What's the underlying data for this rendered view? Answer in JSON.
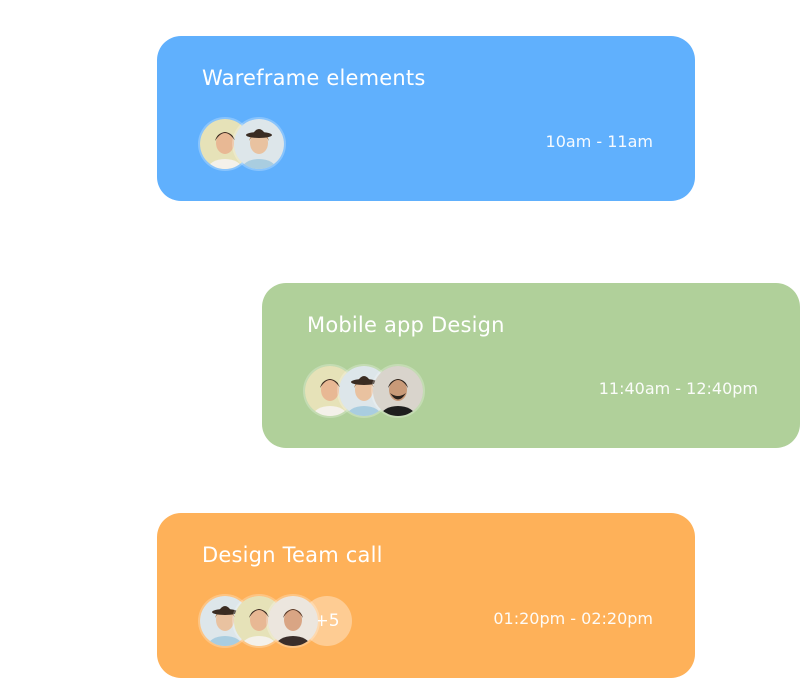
{
  "events": [
    {
      "title": "Wareframe elements",
      "time": "10am - 11am",
      "color": "#60b0fd",
      "avatars": [
        "man-smiling",
        "woman-hat"
      ],
      "extra": null
    },
    {
      "title": "Mobile app Design",
      "time": "11:40am - 12:40pm",
      "color": "#b0d09a",
      "avatars": [
        "man-smiling",
        "woman-hat",
        "man-beard"
      ],
      "extra": null
    },
    {
      "title": "Design Team call",
      "time": "01:20pm - 02:20pm",
      "color": "#feb159",
      "avatars": [
        "woman-hat",
        "man-smiling",
        "woman-short-hair"
      ],
      "extra": "+5"
    }
  ]
}
